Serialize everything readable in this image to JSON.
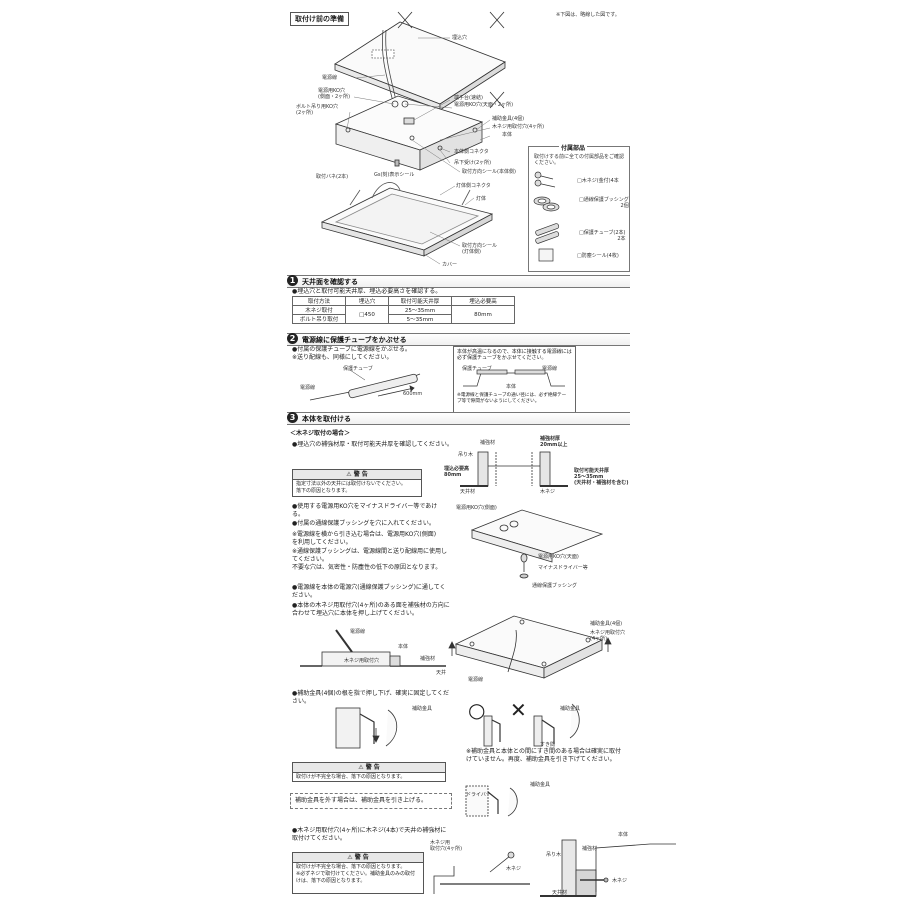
{
  "prep": {
    "heading": "取付け前の準備",
    "note": "※下図は、略線した図です。",
    "callouts": {
      "hole": "埋込穴",
      "power_line": "電源線",
      "power_knockout": "電源用KO穴\n(側面・2ヶ所)",
      "bolt_knockout": "ボルト吊り用KO穴\n(2ヶ所)",
      "terminal": "端子台(速結)",
      "power_knockout_top": "電源用KO穴(天面・2ヶ所)",
      "aux_bracket": "補助金具(4個)",
      "screw_hole": "木ネジ用取付穴(4ヶ所)",
      "body": "本体",
      "body_connector": "本体側コネクタ",
      "hook": "吊下受け(2ヶ所)",
      "dir_seal_body": "取付方向シール(本体側)",
      "spring": "取付バネ(2本)",
      "indicator_seal": "Gs(刻)表示シール",
      "lamp_connector": "灯体側コネクタ",
      "lamp": "灯体",
      "dir_seal_lamp": "取付方向シール\n(灯体側)",
      "cover": "カバー"
    },
    "accessories": {
      "title": "付属部品",
      "intro": "取付けする前に全ての付属部品をご確認ください。",
      "items": [
        "□木ネジ(金付)4本",
        "□通線保護ブッシング\n2個",
        "□保護チューブ(2本)\n2本",
        "□防塵シール(4枚)"
      ]
    }
  },
  "step1": {
    "num": "1",
    "title": "天井面を確認する",
    "intro": "●埋込穴と取付可能天井厚、埋込必要高さを確認する。",
    "table": {
      "headers": [
        "取付方法",
        "埋込穴",
        "取付可能天井厚",
        "埋込必要高"
      ],
      "rows": [
        [
          "木ネジ取付",
          "□450",
          "25〜35mm",
          "80mm"
        ],
        [
          "ボルト吊り取付",
          "",
          "5〜35mm",
          ""
        ]
      ]
    }
  },
  "step2": {
    "num": "2",
    "title": "電源線に保護チューブをかぶせる",
    "lines": [
      "●付属の保護チューブに電源線をかぶせる。",
      "※送り配線も、同様にしてください。"
    ],
    "labels": {
      "tube": "保護チューブ",
      "power": "電源線",
      "length": "600mm"
    },
    "note_top": "本体が高温になるので、本体に接触する電源線には必ず保護チューブをかぶせてください。",
    "note_bottom": "※電源線と保護チューブの通い径には、必ず絶縁テープ等で隙間がないようにしてください。",
    "note_labels": {
      "tube": "保護チューブ",
      "body": "本体",
      "power": "電源線"
    }
  },
  "step3": {
    "num": "3",
    "title": "本体を取付ける",
    "subhead": "＜木ネジ取付の場合＞",
    "intro": "●埋込穴の補強材厚・取付可能天井厚を確認してください。",
    "diagram1": {
      "reinforce": "補強材",
      "hanger": "吊り木",
      "ceiling": "天井材",
      "screw": "木ネジ",
      "depth": "埋込必要高\n80mm",
      "reinforce_thick": "補強材厚\n20mm以上",
      "ceiling_thick": "取付可能天井厚\n25〜35mm\n(天井材・補強材を含む)"
    },
    "warn1": {
      "head": "警 告",
      "body": "指定寸法以外の天井には取付けないでください。\n落下の原因となります。"
    },
    "bullets_a": [
      "●使用する電源用KO穴をマイナスドライバー等であける。",
      "●付属の通線保護ブッシングを穴に入れてください。",
      "※電源線を横から引き込む場合は、電源用KO穴(側面)を利用してください。",
      "※通線保護ブッシングは、電源線間と送り配線用に使用してください。\n不要な穴は、気密性・防塵性の低下の原因となります。"
    ],
    "diagram2": {
      "side": "電源用KO穴(側面)",
      "top": "電源用KO穴(天面)",
      "driver": "マイナスドライバー等",
      "bushing": "通線保護ブッシング"
    },
    "bullets_b": [
      "●電源線を本体の電源穴(通線保護ブッシング)に通してください。",
      "●本体の木ネジ用取付穴(4ヶ所)のある面を補強材の方向に合わせて埋込穴に本体を押し上げてください。"
    ],
    "diagram3": {
      "power": "電源線",
      "body": "本体",
      "hole": "木ネジ用取付穴",
      "reinforce": "補強材",
      "ceiling": "天井"
    },
    "diagram4": {
      "aux": "補助金具(4個)",
      "screw_hole": "木ネジ用取付穴\n(4ヶ所)",
      "power": "電源線"
    },
    "bullet_c": "●補助金具(4個)の根を指で押し下げ、確実に固定してください。",
    "diagram5": {
      "aux": "補助金具",
      "ok": "○",
      "ng": "✕",
      "gap": "すき間"
    },
    "gap_note": "※補助金具と本体との間にすき間のある場合は確実に取付けていません。再度、補助金具を引き下げてください。",
    "warn2": {
      "head": "警 告",
      "body": "取付けが不完全な場合、落下の原因となります。"
    },
    "remove_note": "補助金具を外す場合は、補助金具を引き上げる。",
    "diagram6": {
      "aux": "補助金具",
      "screwdriver": "ドライバー"
    },
    "bullet_d": "●木ネジ用取付穴(4ヶ所)に木ネジ(4本)で天井の補強材に取付けてください。",
    "warn3": {
      "head": "警 告",
      "body": "取付けが不完全な場合、落下の原因となります。\n※必ずネジで取付けてください。補助金具のみの取付けは、落下の原因となります。"
    },
    "diagram7": {
      "hole": "木ネジ用\n取付穴(4ヶ所)",
      "screw": "木ネジ"
    },
    "diagram8": {
      "body": "本体",
      "reinforce": "補強材",
      "hanger": "吊り木",
      "screw": "木ネジ",
      "ceiling": "天井材"
    }
  }
}
